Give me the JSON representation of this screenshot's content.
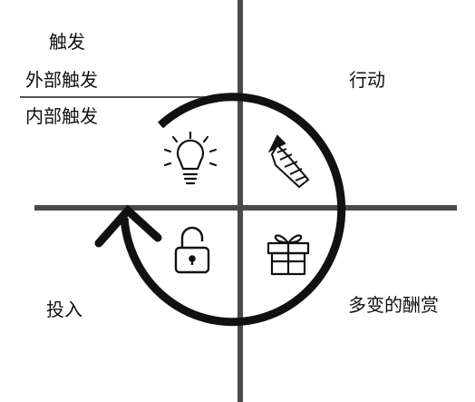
{
  "diagram": {
    "title": "触发",
    "sections": {
      "trigger": {
        "label": "触发"
      },
      "external_trigger": {
        "label": "外部触发"
      },
      "internal_trigger": {
        "label": "内部触发"
      },
      "action": {
        "label": "行动"
      },
      "variable_reward": {
        "label": "多变的酬赏"
      },
      "investment": {
        "label": "投入"
      }
    },
    "icons": {
      "trigger_icon": "lightbulb-icon",
      "action_icon": "drill-icon",
      "reward_icon": "gift-icon",
      "investment_icon": "unlocked-padlock-icon"
    },
    "colors": {
      "axis": "#4a4a4a",
      "arrow": "#111111",
      "text": "#111111",
      "background": "#ffffff"
    }
  }
}
